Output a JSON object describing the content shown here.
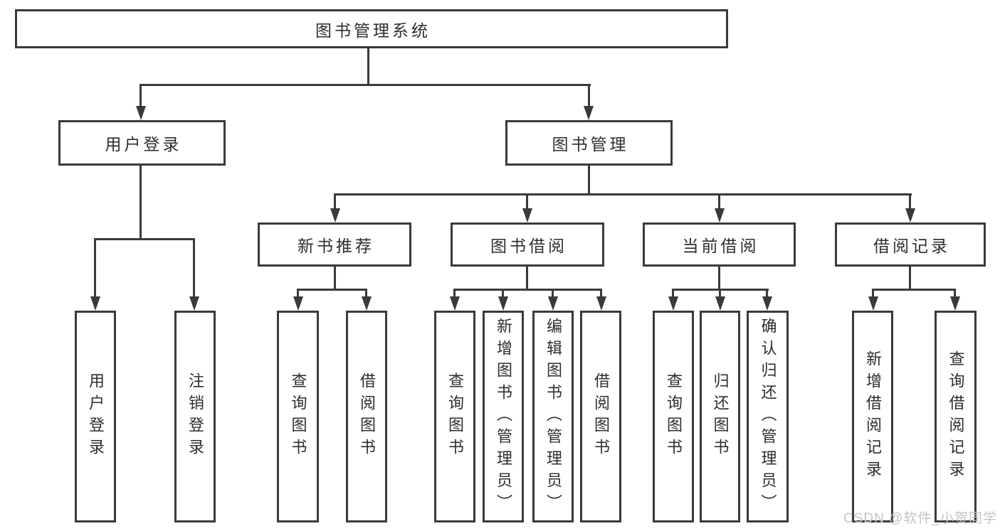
{
  "diagram_title": "图书管理系统",
  "tree": {
    "root": {
      "label": "图书管理系统"
    },
    "branches": [
      {
        "label": "用户登录",
        "children": [
          {
            "label": "用户登录"
          },
          {
            "label": "注销登录"
          }
        ]
      },
      {
        "label": "图书管理",
        "children": [
          {
            "label": "新书推荐",
            "children": [
              {
                "label": "查询图书"
              },
              {
                "label": "借阅图书"
              }
            ]
          },
          {
            "label": "图书借阅",
            "children": [
              {
                "label": "查询图书"
              },
              {
                "label": "新增图书（管理员）"
              },
              {
                "label": "编辑图书（管理员）"
              },
              {
                "label": "借阅图书"
              }
            ]
          },
          {
            "label": "当前借阅",
            "children": [
              {
                "label": "查询图书"
              },
              {
                "label": "归还图书"
              },
              {
                "label": "确认归还（管理员）"
              }
            ]
          },
          {
            "label": "借阅记录",
            "children": [
              {
                "label": "新增借阅记录"
              },
              {
                "label": "查询借阅记录"
              }
            ]
          }
        ]
      }
    ]
  },
  "watermark": {
    "text": "CSDN @软件_小贺同学"
  },
  "colors": {
    "line": "#3a3a3a",
    "text": "#2e2e2e",
    "watermark": "#c3c3c3",
    "background": "#ffffff"
  }
}
